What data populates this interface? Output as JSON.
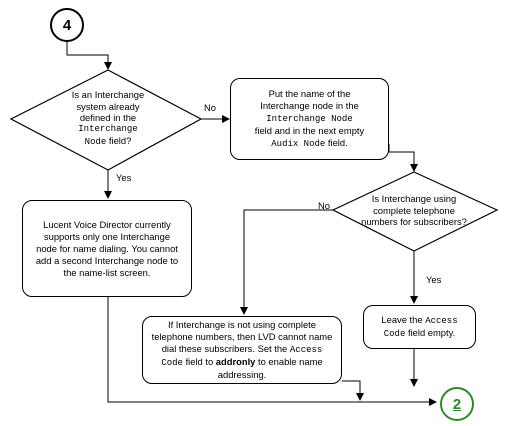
{
  "start_connector": "4",
  "end_connector": "2",
  "decision1": {
    "line1": "Is an Interchange",
    "line2": "system already",
    "line3": "defined in the",
    "code1": "Interchange",
    "code2": "Node",
    "line4_suffix": "field?"
  },
  "box_put_name": {
    "line1": "Put the name of the",
    "line2": "Interchange node in the",
    "code1": "Interchange Node",
    "line3_suffix": "field and in the next empty",
    "code2": "Audix Node",
    "line4_suffix": "field."
  },
  "decision2": {
    "line1": "Is Interchange using",
    "line2": "complete telephone",
    "line3": "numbers for subscribers?"
  },
  "box_lucent": {
    "text": "Lucent Voice Director currently supports only one Interchange node for name dialing. You cannot add a second Interchange node to the name-list screen."
  },
  "box_not_complete": {
    "part1": "If Interchange is not using complete telephone numbers, then LVD cannot name dial these subscribers. Set the",
    "code": "Access Code",
    "part2": "field to",
    "bold": "addronly",
    "part3": "to enable name addressing."
  },
  "box_leave": {
    "part1": "Leave the",
    "code1": "Access",
    "code2": "Code",
    "part2": "field empty."
  },
  "labels": {
    "no1": "No",
    "yes1": "Yes",
    "no2": "No",
    "yes2": "Yes"
  }
}
